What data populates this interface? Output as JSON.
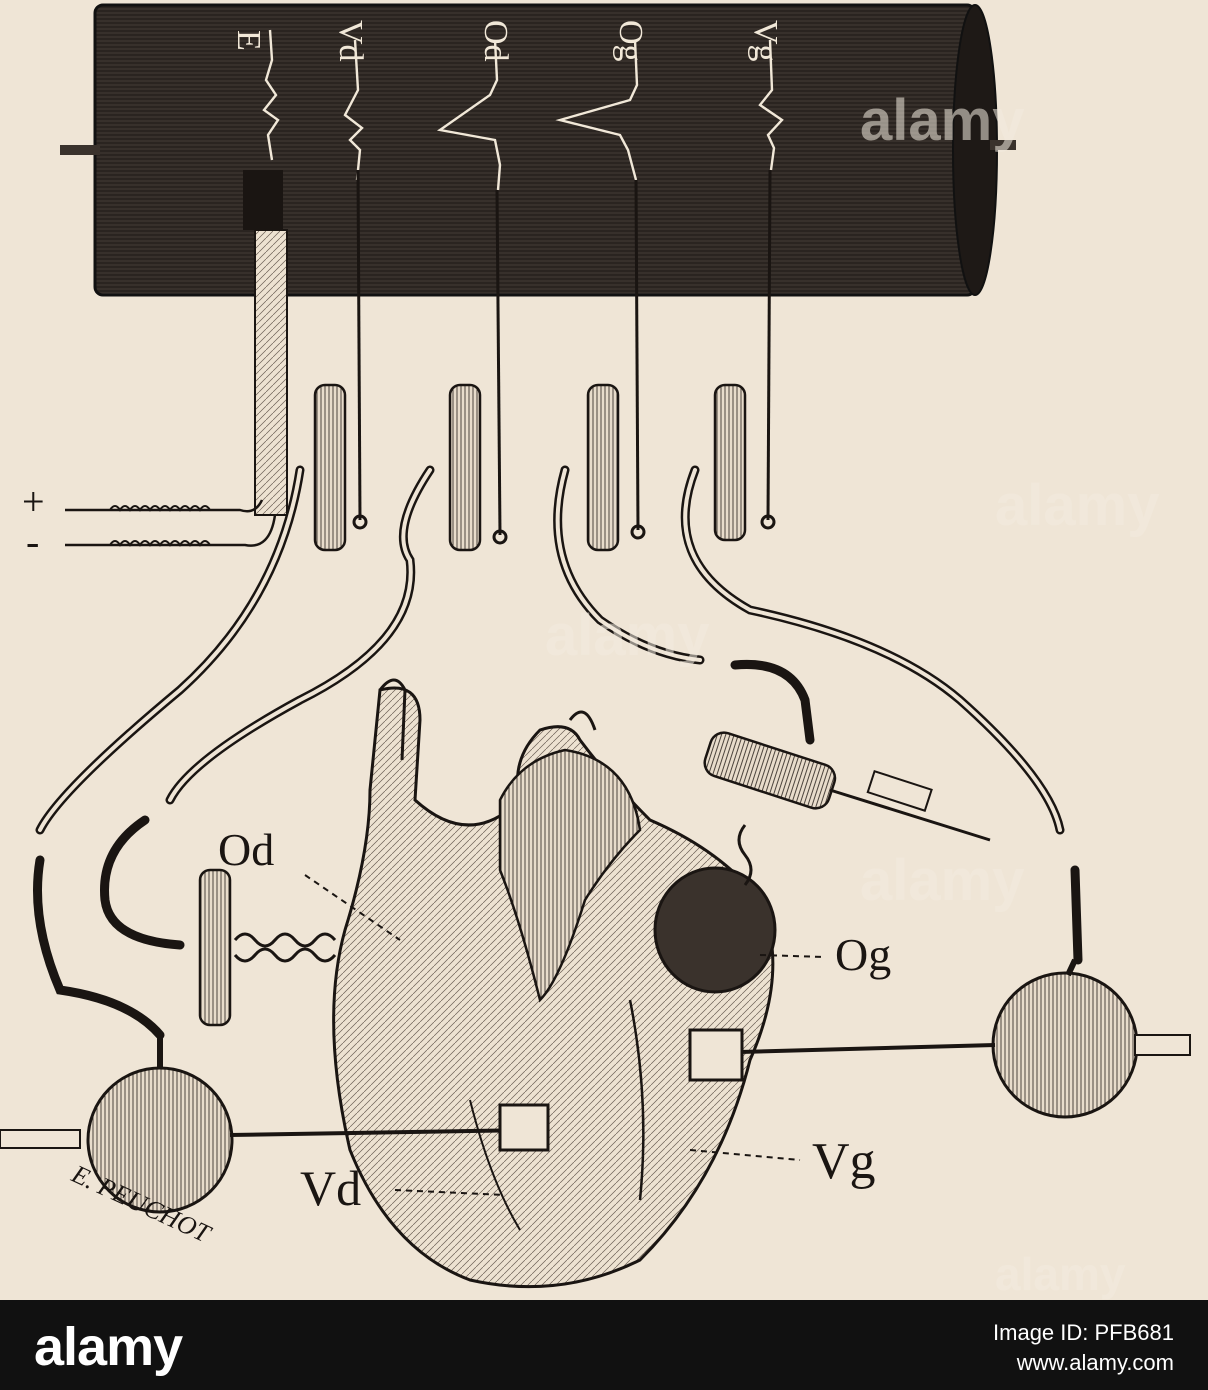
{
  "labels": {
    "od": "Od",
    "og": "Og",
    "vd": "Vd",
    "vg": "Vg",
    "drum_traces": [
      "E",
      "Vd",
      "Od",
      "Og",
      "Vg"
    ],
    "plus": "+",
    "minus": "-"
  },
  "signature": "E. PEUCHOT",
  "watermark": "alamy",
  "footer": {
    "logo": "alamy",
    "image_id": "Image ID: PFB681",
    "site": "www.alamy.com"
  },
  "colors": {
    "paper": "#efe5d6",
    "ink": "#1a1512",
    "drum": "#221d1a",
    "footer": "#111111"
  }
}
